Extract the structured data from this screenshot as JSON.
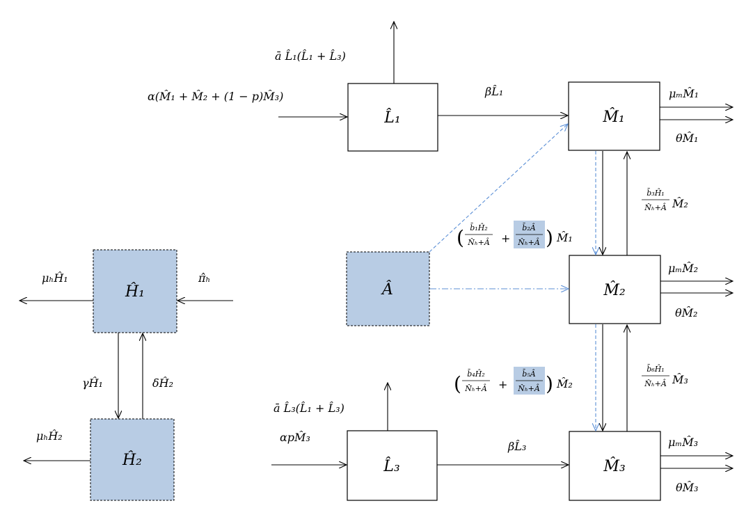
{
  "nodes": {
    "l1": "L̂₁",
    "l3": "L̂₃",
    "m1": "M̂₁",
    "m2": "M̂₂",
    "m3": "M̂₃",
    "a": "Â",
    "h1": "Ĥ₁",
    "h2": "Ĥ₂"
  },
  "labels": {
    "l1_in": "α(M̂₁ + M̂₂ + (1 − p)M̂₃)",
    "l1_out": "ā L̂₁(L̂₁ + L̂₃)",
    "l1_m1": "βL̂₁",
    "m1_mu": "μₘM̂₁",
    "m1_theta": "θM̂₁",
    "m2_m1_coef": "M̂₂",
    "m1_m2_coef": "M̂₁",
    "m2_mu": "μₘM̂₂",
    "m2_theta": "θM̂₂",
    "m2_m3_coef": "M̂₂",
    "m3_m2_coef": "M̂₃",
    "m3_mu": "μₘM̂₃",
    "m3_theta": "θM̂₃",
    "l3_in": "αpM̂₃",
    "l3_out": "ā L̂₃(L̂₁ + L̂₃)",
    "l3_m3": "βL̂₃",
    "h1_out": "μₕĤ₁",
    "h1_in": "π̂ₕ",
    "h1_h2": "γĤ₁",
    "h2_h1": "δĤ₂",
    "h2_out": "μₕĤ₂"
  },
  "fractions": {
    "f_b3": {
      "num": "b̄₃Ĥ₁",
      "den": "N̂ₕ+Â"
    },
    "f_b1": {
      "num": "b̄₁Ĥ₂",
      "den": "N̂ₕ+Â"
    },
    "f_b2": {
      "num": "b̄₂Â",
      "den": "N̂ₕ+Â"
    },
    "f_b6": {
      "num": "b̄₆Ĥ₁",
      "den": "N̂ₕ+Â"
    },
    "f_b4": {
      "num": "b̄₄Ĥ₂",
      "den": "N̂ₕ+Â"
    },
    "f_b5": {
      "num": "b̄₅Â",
      "den": "N̂ₕ+Â"
    }
  },
  "symbols": {
    "plus": "+",
    "lparen": "(",
    "rparen": ")"
  },
  "colors": {
    "shaded": "#b8cce4",
    "dashed_link": "#5b8fd6"
  }
}
